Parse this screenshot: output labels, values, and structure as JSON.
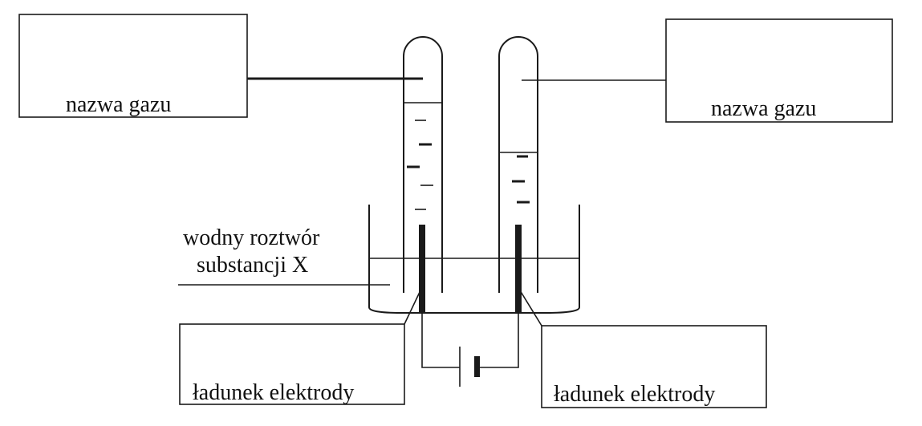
{
  "labels": {
    "gas_name_left": "nazwa gazu",
    "gas_name_right": "nazwa gazu",
    "solution_line1": "wodny roztwór",
    "solution_line2": "substancji X",
    "electrode_charge_left": "ładunek elektrody",
    "electrode_charge_right": "ładunek elektrody"
  },
  "colors": {
    "stroke": "#1a1a1a",
    "background": "#ffffff"
  }
}
